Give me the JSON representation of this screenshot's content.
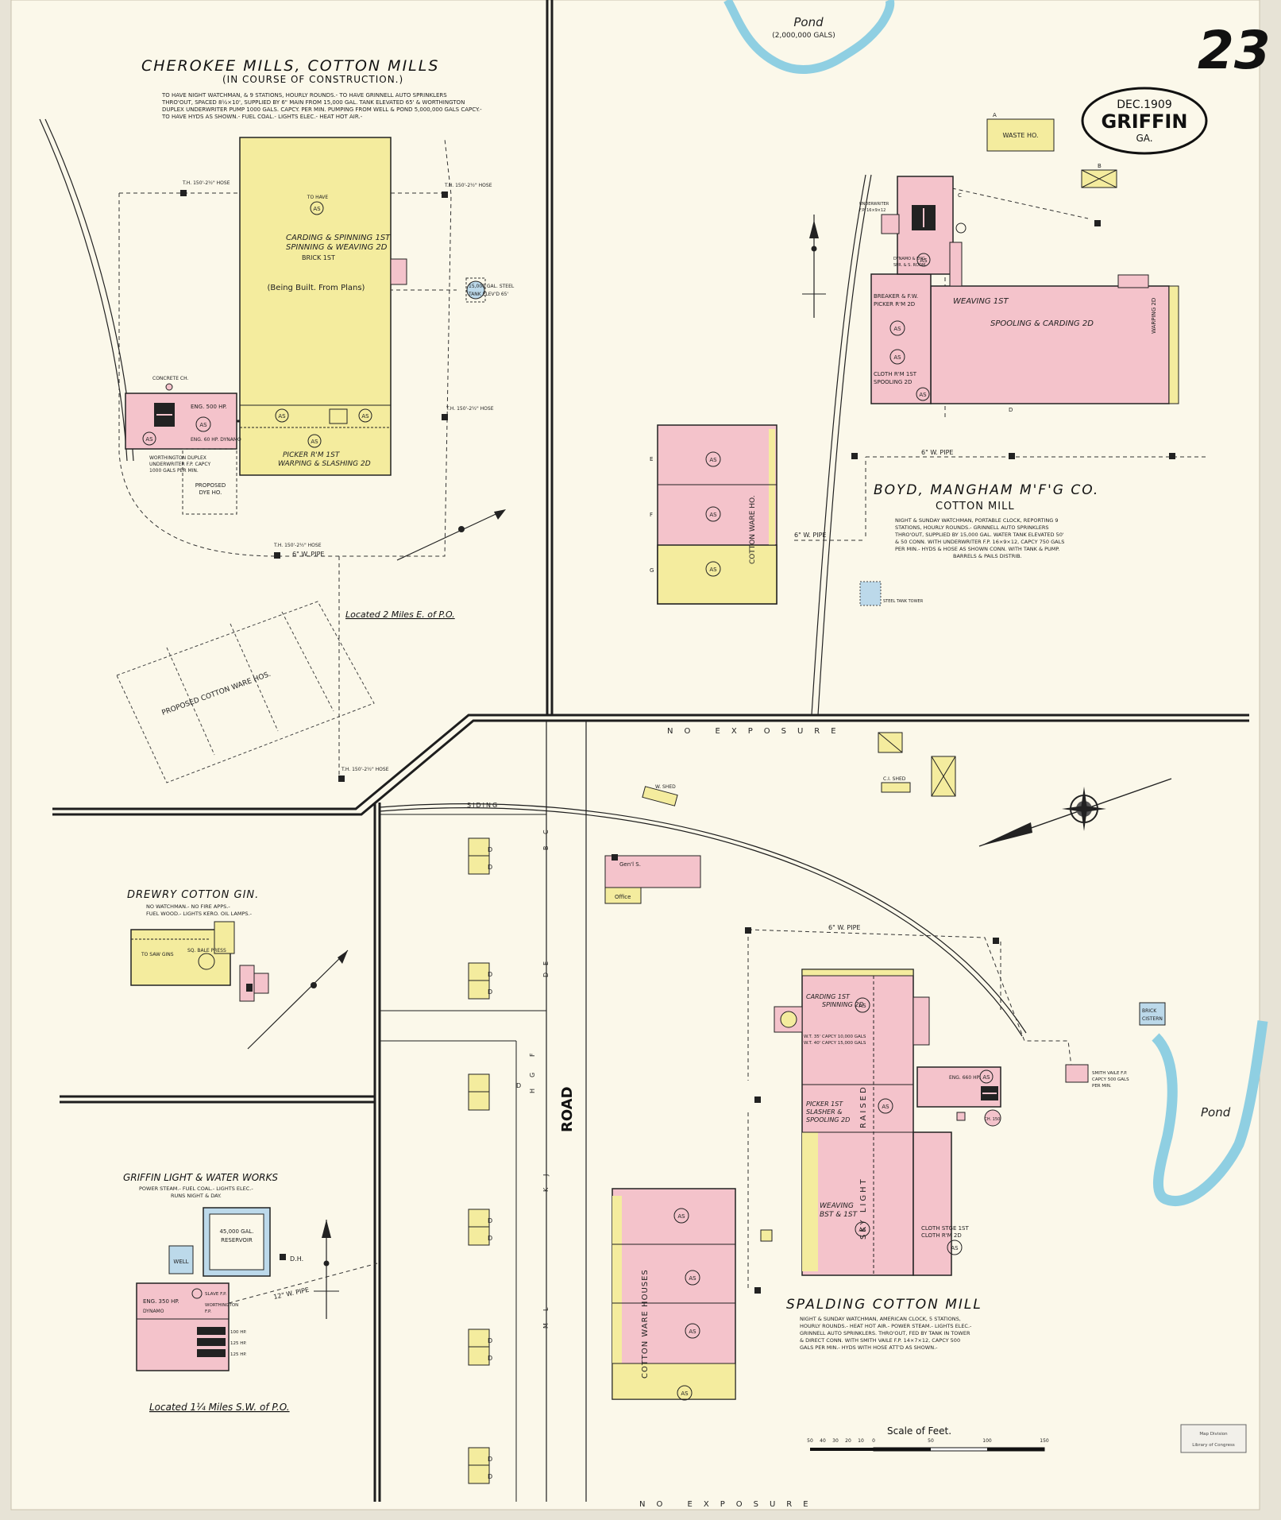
{
  "sheet": {
    "number": "23",
    "date": "DEC.1909",
    "city": "GRIFFIN",
    "state": "GA."
  },
  "colors": {
    "paper": "#fbf8ea",
    "margin": "#e7e3d6",
    "brick": "#f4c3cb",
    "frame": "#f4ec9e",
    "stone_blue": "#bcd9ea",
    "water": "#9fd3e4",
    "ink": "#222222",
    "road_line": "#1e1e1e"
  },
  "cherokee": {
    "title": "CHEROKEE MILLS, COTTON MILLS",
    "subtitle": "(IN COURSE OF CONSTRUCTION.)",
    "notes": [
      "TO HAVE NIGHT WATCHMAN, & 9 STATIONS, HOURLY ROUNDS.- TO HAVE GRINNELL AUTO SPRINKLERS",
      "THRO'OUT, SPACED 8½×10', SUPPLIED BY 6\" MAIN FROM 15,000 GAL. TANK ELEVATED 65' & WORTHINGTON",
      "DUPLEX UNDERWRITER PUMP 1000 GALS. CAPCY. PER MIN. PUMPING FROM WELL & POND 5,000,000 GALS CAPCY.-",
      "TO HAVE HYDS AS SHOWN.- FUEL COAL.- LIGHTS ELEC.- HEAT HOT AIR.-"
    ],
    "main_bldg": [
      "CARDING & SPINNING 1ST",
      "SPINNING & WEAVING 2D",
      "BRICK 1ST"
    ],
    "being_built": "(Being Built. From Plans)",
    "to_have": "TO HAVE",
    "picker_room": [
      "PICKER R'M 1ST",
      "WARPING & SLASHING 2D"
    ],
    "engine_room": [
      "ENG. 500 HP.",
      "ENG. 60 HP. DYNAMO"
    ],
    "concrete_ch": "CONCRETE CH.",
    "worthington": [
      "WORTHINGTON DUPLEX",
      "UNDERWRITER F.P. CAPCY",
      "1000 GALS PER MIN."
    ],
    "proposed_dye": [
      "PROPOSED",
      "DYE HO."
    ],
    "tank": [
      "15,000 GAL. STEEL",
      "TANK ELEV'D 65'"
    ],
    "pipe": "6\" W. PIPE",
    "hose_label": "T.H. 150'-2½\" HOSE",
    "located": "Located 2 Miles E. of P.O.",
    "proposed_wh": "PROPOSED COTTON WARE HOS."
  },
  "pond_top": {
    "name": "Pond",
    "capacity": "(2,000,000 GALS)"
  },
  "pond_right": {
    "name": "Pond"
  },
  "boyd": {
    "title": "BOYD, MANGHAM M'F'G CO.",
    "subtitle": "COTTON MILL",
    "notes": [
      "NIGHT & SUNDAY WATCHMAN, PORTABLE CLOCK, REPORTING 9",
      "STATIONS, HOURLY ROUNDS.- GRINNELL AUTO SPRINKLERS",
      "THRO'OUT, SUPPLIED BY 15,000 GAL. WATER TANK ELEVATED 50'",
      "& 50 CONN. WITH UNDERWRITER F.P. 16×9×12, CAPCY 750 GALS",
      "PER MIN.- HYDS & HOSE AS SHOWN CONN. WITH TANK & PUMP.",
      "BARRELS & PAILS DISTRIB."
    ],
    "waste_ho": "WASTE HO.",
    "letters": [
      "A",
      "B",
      "C",
      "D",
      "E",
      "F",
      "G"
    ],
    "weaving": "WEAVING 1ST",
    "spooling_carding": "SPOOLING & CARDING 2D",
    "warping": "WARPING 2D",
    "breaker": [
      "BREAKER & F.W.",
      "PICKER R'M 2D"
    ],
    "cloth": [
      "CLOTH R'M 1ST",
      "SPOOLING 2D"
    ],
    "eng": [
      "UNDERWRITER",
      "F.P. 16×9×12",
      "DYNAMO & ENG.",
      "SPR. & S. ROOM"
    ],
    "cotton_ware_ho": "COTTON WARE HO.",
    "tower": "STEEL TANK TOWER",
    "pipe": "6\" W. PIPE"
  },
  "no_exposure_top": "NO  EXPOSURE",
  "no_exposure_bottom": "NO  EXPOSURE",
  "siding": "SIDING",
  "road": "ROAD",
  "drewry": {
    "title": "DREWRY COTTON GIN.",
    "notes": [
      "NO WATCHMAN.- NO FIRE APPS.-",
      "FUEL WOOD.- LIGHTS KERO. OIL LAMPS.-"
    ],
    "gin": [
      "TO SAW GINS",
      "SQ. BALE PRESS"
    ]
  },
  "griffin_light": {
    "title": "GRIFFIN LIGHT & WATER WORKS",
    "notes": [
      "POWER STEAM.- FUEL COAL.- LIGHTS ELEC.-",
      "RUNS NIGHT & DAY."
    ],
    "reservoir": [
      "45,000 GAL.",
      "RESERVOIR"
    ],
    "well": "WELL",
    "eng": [
      "ENG. 350 HP.",
      "DYNAMO"
    ],
    "pump": [
      "SLAVE F.P.",
      "WORTHINGTON",
      "F.P."
    ],
    "boilers": [
      "100 HP.",
      "125 HP.",
      "125 HP."
    ],
    "dh": "D.H.",
    "pipe": "12\" W. PIPE",
    "located": "Located 1¼ Miles S.W. of P.O."
  },
  "spalding": {
    "title": "SPALDING COTTON MILL",
    "notes": [
      "NIGHT & SUNDAY WATCHMAN, AMERICAN CLOCK, 5 STATIONS,",
      "HOURLY ROUNDS.- HEAT HOT AIR.- POWER STEAM.- LIGHTS ELEC.-",
      "GRINNELL AUTO SPRINKLERS. THRO'OUT, FED BY TANK IN TOWER",
      "& DIRECT CONN. WITH SMITH VAILE F.P. 14×7×12, CAPCY 500",
      "GALS PER MIN.- HYDS WITH HOSE ATT'D AS SHOWN.-"
    ],
    "carding": [
      "CARDING 1ST",
      "SPINNING 2D"
    ],
    "picker": [
      "PICKER 1ST",
      "SLASHER &",
      "SPOOLING 2D"
    ],
    "weaving": [
      "WEAVING",
      "BST & 1ST"
    ],
    "cloth": [
      "CLOTH STGE 1ST",
      "CLOTH R'M 2D"
    ],
    "sky_light": "SKY LIGHT",
    "raised": "RAISED",
    "eng": "ENG. 660 HP.",
    "tank": [
      "W.T. 35' CAPCY 10,000 GALS",
      "W.T. 40' CAPCY 15,000 GALS"
    ],
    "cotton_ware_houses": "COTTON WARE HOUSES",
    "smith_vaile": [
      "SMITH VAILE F.P.",
      "CAPCY 500 GALS",
      "PER MIN."
    ],
    "brick_cistern": [
      "BRICK",
      "CISTERN"
    ],
    "ch": "CH. 150'",
    "pipe": "6\" W. PIPE",
    "office": "Office",
    "genl_s": "Gen'l S."
  },
  "sheds": [
    "W. SHED",
    "C.I. SHED"
  ],
  "street_letters": [
    "C",
    "B",
    "E",
    "D",
    "F",
    "G",
    "H",
    "J",
    "K",
    "L",
    "M"
  ],
  "scale": {
    "label": "Scale of Feet.",
    "ticks": [
      "50",
      "40",
      "30",
      "20",
      "10",
      "0",
      "50",
      "100",
      "150"
    ]
  },
  "stamp": [
    "Map Division",
    "Library of Congress"
  ],
  "as_label": "AS",
  "d_label": "D"
}
